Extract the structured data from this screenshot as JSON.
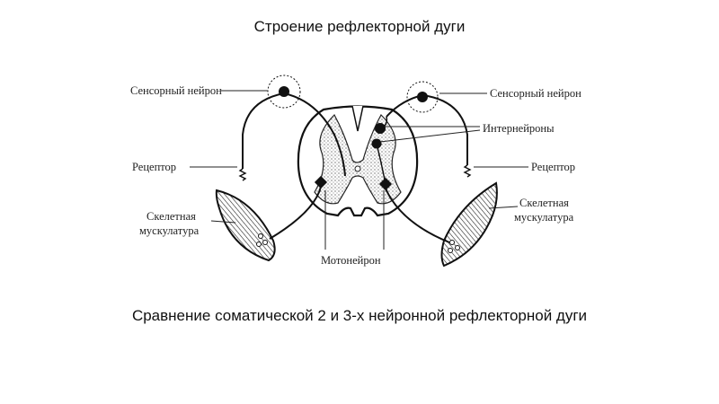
{
  "slide": {
    "title": "Строение рефлекторной дуги",
    "caption": "Сравнение соматической 2 и 3-х нейронной рефлекторной дуги"
  },
  "diagram": {
    "labels": {
      "sensory_left": "Сенсорный нейрон",
      "sensory_right": "Сенсорный нейрон",
      "interneurons": "Интернейроны",
      "receptor_left": "Рецептор",
      "receptor_right": "Рецептор",
      "muscle_left_line1": "Скелетная",
      "muscle_left_line2": "мускулатура",
      "muscle_right_line1": "Скелетная",
      "muscle_right_line2": "мускулатура",
      "motoneuron": "Мотонейрон"
    }
  }
}
